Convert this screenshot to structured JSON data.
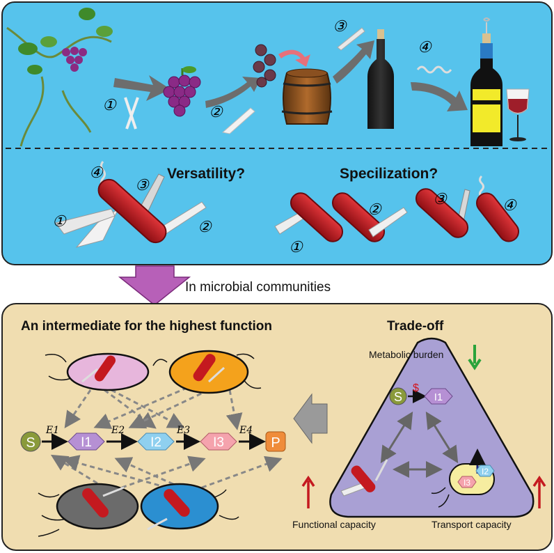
{
  "top_panel": {
    "step_labels": [
      "①",
      "②",
      "③",
      "④"
    ],
    "versatility_label": "Versatility?",
    "specialization_label": "Specilization?"
  },
  "transition": {
    "label": "In microbial communities"
  },
  "bottom_panel": {
    "left_title": "An intermediate for the highest function",
    "right_title": "Trade-off",
    "pathway": {
      "nodes": [
        "S",
        "I1",
        "I2",
        "I3",
        "P"
      ],
      "enzymes": [
        "E1",
        "E2",
        "E3",
        "E4"
      ]
    },
    "tradeoff": {
      "metabolic_burden": "Metabolic burden",
      "cost_symbol": "$",
      "functional_capacity": "Functional capacity",
      "transport_capacity": "Transport capacity",
      "triangle_nodes": [
        "S",
        "I1"
      ],
      "cell_nodes": [
        "I2",
        "I3"
      ]
    },
    "cell_colors": [
      "#e7b6dc",
      "#f4a21c",
      "#6b6b6b",
      "#2b8fd1"
    ]
  },
  "colors": {
    "top_bg": "#56c3ec",
    "bottom_bg": "#f0ddb0",
    "arrow_gray": "#6d6d6d",
    "knife_red": "#c4191f",
    "green_arrow": "#2aa33b",
    "red_arrow": "#c4191f",
    "funnel_arrow": "#b760b8"
  }
}
